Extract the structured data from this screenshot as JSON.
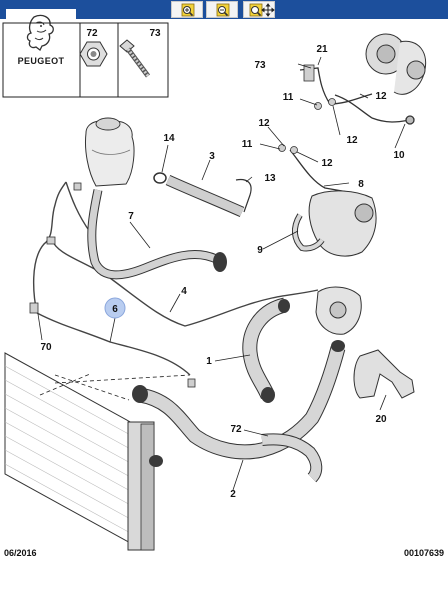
{
  "brand": {
    "name": "PEUGEOT"
  },
  "toolbar": {
    "buttons": [
      {
        "name": "zoom-in-button",
        "icon": "zoom-in-icon"
      },
      {
        "name": "zoom-out-button",
        "icon": "zoom-out-icon"
      },
      {
        "name": "zoom-move-button",
        "icon": "zoom-move-icon"
      }
    ]
  },
  "accent_color": "#1c4f9c",
  "highlight_color": "#b9cdf0",
  "diagram": {
    "inset_part_a": "72",
    "inset_part_b": "73",
    "callouts": [
      "21",
      "73",
      "12",
      "11",
      "12",
      "12",
      "11",
      "12",
      "10",
      "14",
      "3",
      "13",
      "8",
      "7",
      "9",
      "4",
      "6",
      "70",
      "1",
      "72",
      "2",
      "20"
    ],
    "highlighted_callout": "6"
  },
  "footer": {
    "date": "06/2016",
    "reference": "00107639"
  }
}
